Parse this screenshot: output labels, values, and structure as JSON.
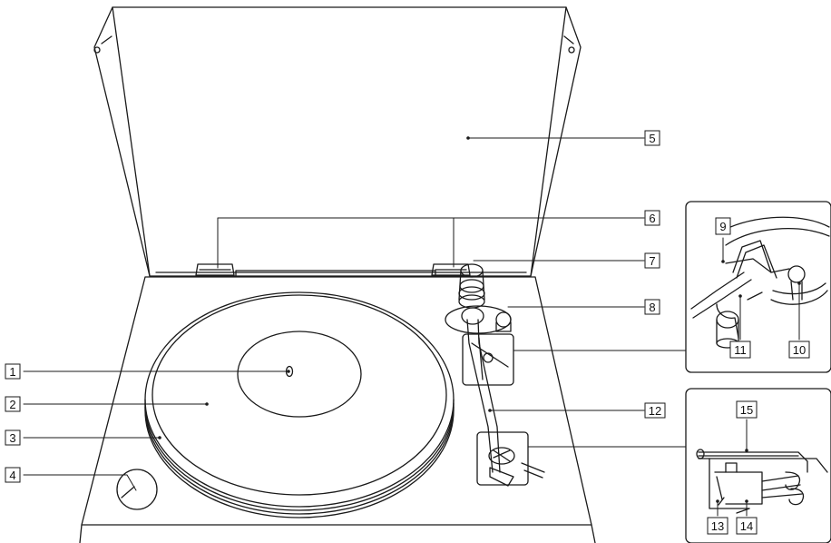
{
  "diagram": {
    "title": "",
    "callouts": [
      {
        "id": "c1",
        "label": "1"
      },
      {
        "id": "c2",
        "label": "2"
      },
      {
        "id": "c3",
        "label": "3"
      },
      {
        "id": "c4",
        "label": "4"
      },
      {
        "id": "c5",
        "label": "5"
      },
      {
        "id": "c6",
        "label": "6"
      },
      {
        "id": "c7",
        "label": "7"
      },
      {
        "id": "c8",
        "label": "8"
      },
      {
        "id": "c9",
        "label": "9"
      },
      {
        "id": "c10",
        "label": "10"
      },
      {
        "id": "c11",
        "label": "11"
      },
      {
        "id": "c12",
        "label": "12"
      },
      {
        "id": "c13",
        "label": "13"
      },
      {
        "id": "c14",
        "label": "14"
      },
      {
        "id": "c15",
        "label": "15"
      }
    ]
  },
  "colors": {
    "line": "#1a1a1a",
    "background": "#ffffff"
  }
}
